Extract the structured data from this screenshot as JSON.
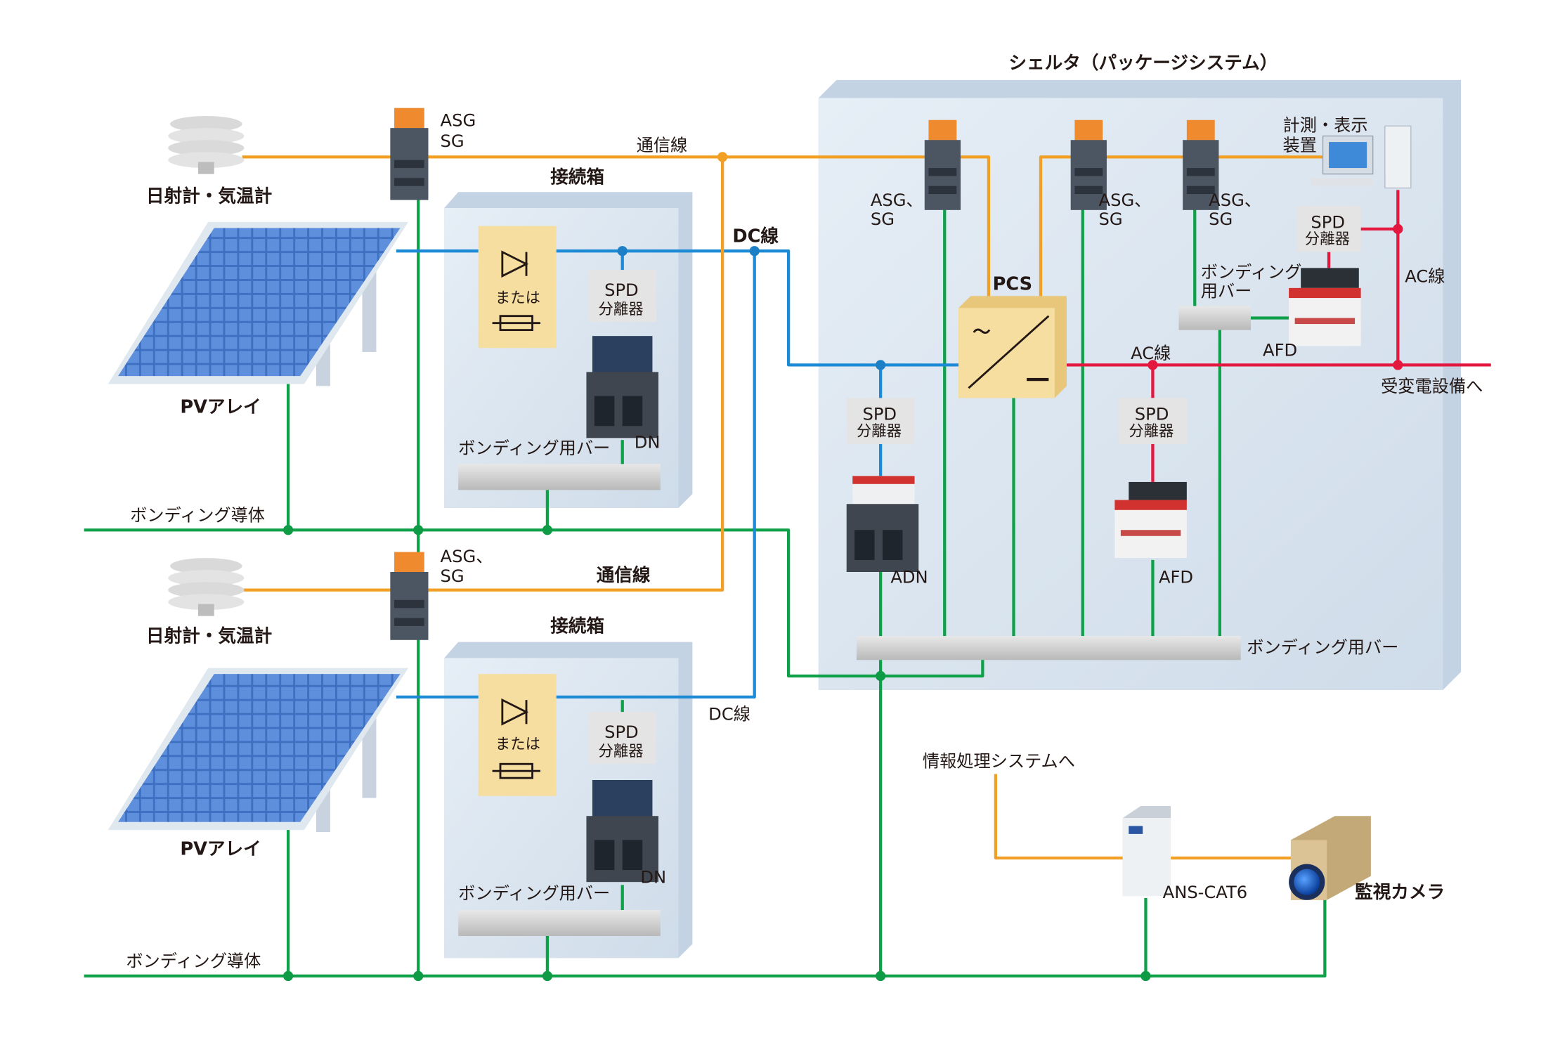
{
  "labels": {
    "shelter": "シェルタ（パッケージシステム）",
    "sensor_top": "日射計・気温計",
    "sensor_bottom": "日射計・気温計",
    "pv_top": "PVアレイ",
    "pv_bottom": "PVアレイ",
    "junction_top": "接続箱",
    "junction_bottom": "接続箱",
    "comm_line_top": "通信線",
    "comm_line_mid": "通信線",
    "dc_line_top": "DC線",
    "dc_line_bottom": "DC線",
    "asg_top_1": "ASG",
    "asg_top_2": "SG",
    "asg_mid_1": "ASG、",
    "asg_mid_2": "SG",
    "asg_s1_1": "ASG、",
    "asg_s1_2": "SG",
    "asg_s2_1": "ASG、",
    "asg_s2_2": "SG",
    "asg_s3_1": "ASG、",
    "asg_s3_2": "SG",
    "or_label": "または",
    "spd_1": "SPD",
    "spd_2": "分離器",
    "dn": "DN",
    "adn": "ADN",
    "afd": "AFD",
    "bonding_bar": "ボンディング用バー",
    "bonding_bar_2_1": "ボンディング",
    "bonding_bar_2_2": "用バー",
    "bonding_conductor": "ボンディング導体",
    "pcs": "PCS",
    "pcs_ac": "～",
    "pcs_dc": "―",
    "ac_line": "AC線",
    "monitor_1": "計測・表示",
    "monitor_2": "装置",
    "to_substation": "受変電設備へ",
    "to_info_system": "情報処理システムへ",
    "ans": "ANS-CAT6",
    "camera": "監視カメラ"
  },
  "colors": {
    "bonding": "#0fa14a",
    "dc": "#1d8ad6",
    "comm": "#f1a025",
    "ac": "#e4173f",
    "box_fill": "#dbe6f0",
    "pcs_fill": "#f6deA0"
  }
}
